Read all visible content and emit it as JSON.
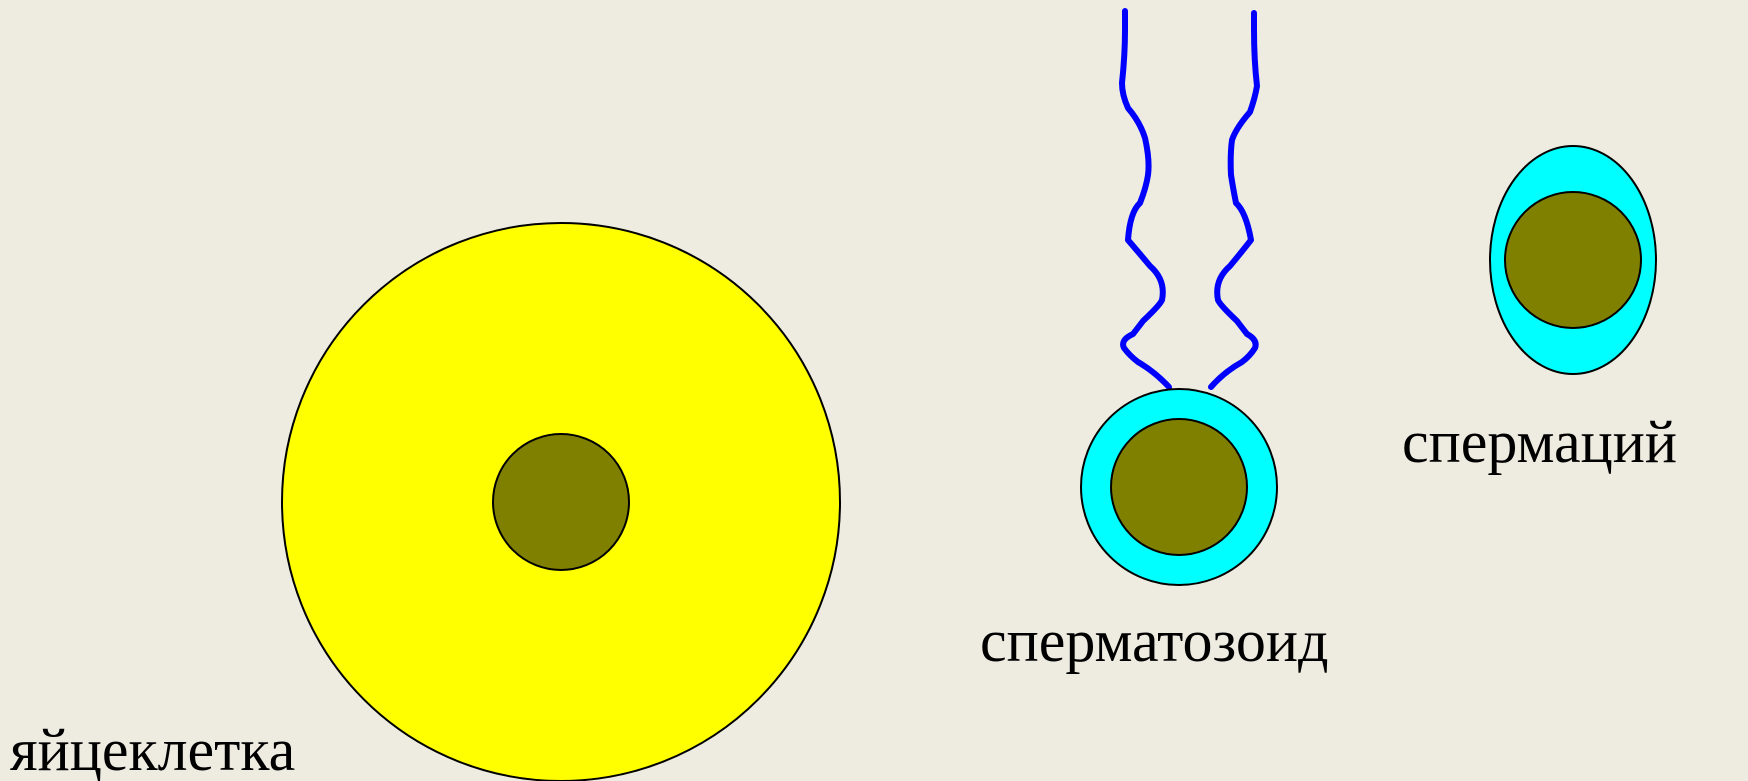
{
  "labels": {
    "egg_cell": "яйцеклетка",
    "spermatozoid": "сперматозоид",
    "spermatium": "спермаций"
  },
  "colors": {
    "background": "#EEECE1",
    "egg_cytoplasm": "#FFFF00",
    "nucleus": "#808000",
    "sperm_cytoplasm": "#00FFFF",
    "flagella": "#0000FF",
    "outline": "#000000"
  }
}
